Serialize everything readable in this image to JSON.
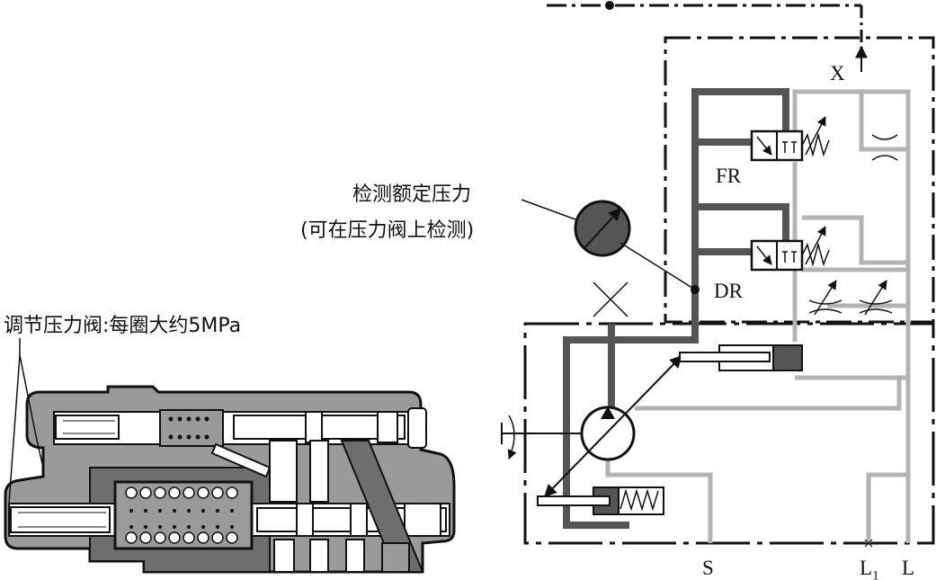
{
  "labels": {
    "port_x": "X",
    "fr": "FR",
    "dr": "DR",
    "port_s": "S",
    "port_l1": "L",
    "port_l1_sub": "1",
    "port_l": "L",
    "gauge_line1": "检测额定压力",
    "gauge_line2": "(可在压力阀上检测)",
    "adjust_note": "调节压力阀:每圈大约5MPa"
  }
}
